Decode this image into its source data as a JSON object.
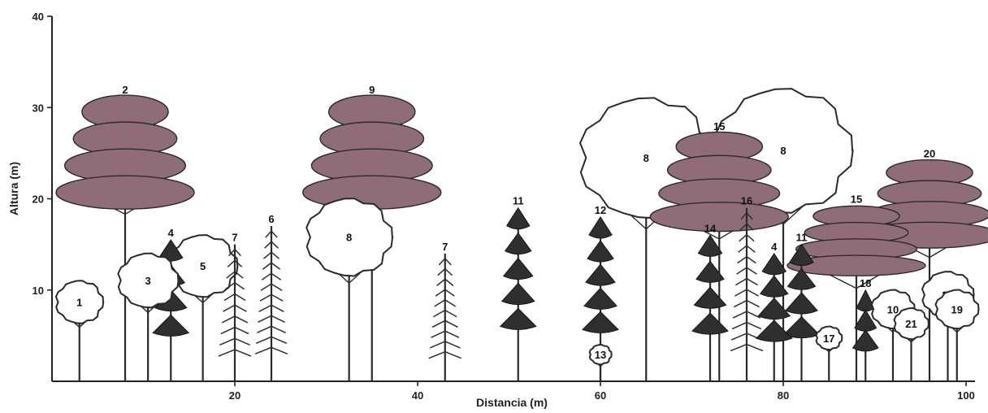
{
  "figure": {
    "y_axis_title": "Altura (m)",
    "x_axis_title": "Distancia (m)",
    "y_ticks": [
      "10",
      "20",
      "30",
      "40"
    ],
    "x_ticks": [
      "20",
      "40",
      "60",
      "80",
      "100"
    ],
    "x_range": [
      0,
      100
    ],
    "y_range": [
      0,
      40
    ]
  },
  "trees": [
    {
      "label": "1",
      "x": 3,
      "height": 11,
      "crown": "open"
    },
    {
      "label": "2",
      "x": 8,
      "height": 31,
      "crown": "pink"
    },
    {
      "label": "3",
      "x": 10.5,
      "height": 14,
      "crown": "open"
    },
    {
      "label": "4",
      "x": 13,
      "height": 15.5,
      "crown": "dark"
    },
    {
      "label": "5",
      "x": 16.5,
      "height": 16,
      "crown": "open"
    },
    {
      "label": "7",
      "x": 20,
      "height": 15,
      "crown": "conifer"
    },
    {
      "label": "6",
      "x": 24,
      "height": 17,
      "crown": "conifer"
    },
    {
      "label": "8",
      "x": 32.5,
      "height": 20,
      "crown": "open"
    },
    {
      "label": "9",
      "x": 35,
      "height": 31,
      "crown": "pink"
    },
    {
      "label": "7",
      "x": 43,
      "height": 14,
      "crown": "conifer"
    },
    {
      "label": "11",
      "x": 51,
      "height": 19,
      "crown": "dark"
    },
    {
      "label": "12",
      "x": 60,
      "height": 18,
      "crown": "dark"
    },
    {
      "label": "13",
      "x": 60,
      "height": 4,
      "crown": "open"
    },
    {
      "label": "8",
      "x": 65,
      "height": 31,
      "crown": "open"
    },
    {
      "label": "14",
      "x": 72,
      "height": 16,
      "crown": "dark"
    },
    {
      "label": "15",
      "x": 73,
      "height": 27,
      "crown": "pink"
    },
    {
      "label": "16",
      "x": 76,
      "height": 19,
      "crown": "conifer"
    },
    {
      "label": "8",
      "x": 80,
      "height": 32,
      "crown": "open"
    },
    {
      "label": "4",
      "x": 79,
      "height": 14,
      "crown": "dark"
    },
    {
      "label": "11",
      "x": 82,
      "height": 15,
      "crown": "dark"
    },
    {
      "label": "17",
      "x": 85,
      "height": 6,
      "crown": "open"
    },
    {
      "label": "15",
      "x": 88,
      "height": 19,
      "crown": "pink"
    },
    {
      "label": "18",
      "x": 89,
      "height": 10,
      "crown": "dark"
    },
    {
      "label": "10",
      "x": 92,
      "height": 10,
      "crown": "open"
    },
    {
      "label": "21",
      "x": 94,
      "height": 8,
      "crown": "open"
    },
    {
      "label": "20",
      "x": 96,
      "height": 24,
      "crown": "pink"
    },
    {
      "label": "22",
      "x": 98,
      "height": 12,
      "crown": "open"
    },
    {
      "label": "19",
      "x": 99,
      "height": 10,
      "crown": "open"
    }
  ]
}
